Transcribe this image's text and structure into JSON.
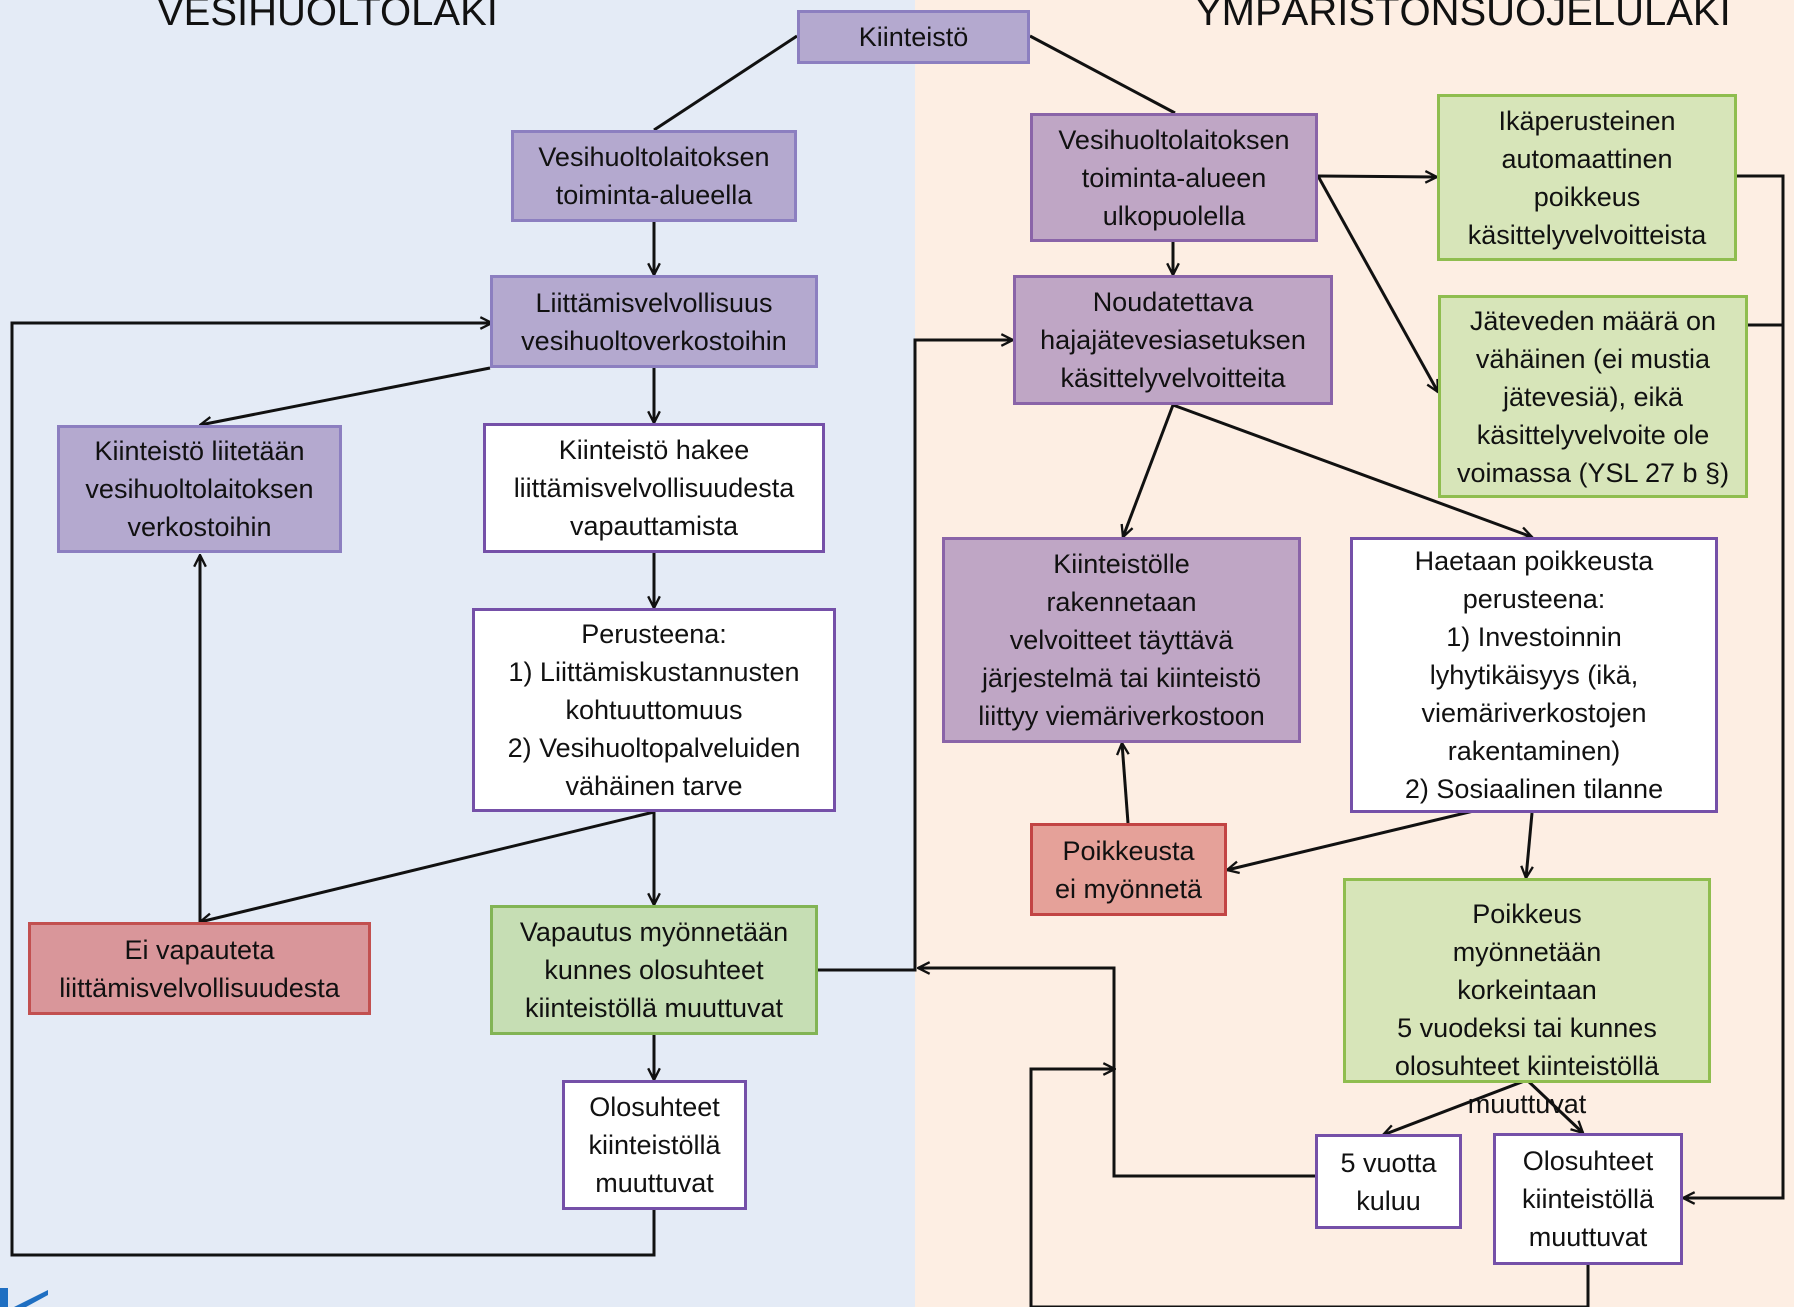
{
  "titles": {
    "left": "VESIHUOLTOLAKI",
    "right": "YMPÄRISTÖNSUOJELULAKI"
  },
  "nodes": {
    "kiinteisto": [
      "Kiinteistö"
    ],
    "vh_alueella": [
      "Vesihuoltolaitoksen",
      "toiminta-alueella"
    ],
    "liittamisvelvollisuus": [
      "Liittämisvelvollisuus",
      "vesihuoltoverkostoihin"
    ],
    "liitetaan": [
      "Kiinteistö liitetään",
      "vesihuoltolaitoksen",
      "verkostoihin"
    ],
    "hakee": [
      "Kiinteistö hakee",
      "liittämisvelvollisuudesta",
      "vapauttamista"
    ],
    "perusteena": [
      "Perusteena:",
      "1)   Liittämiskustannusten",
      "kohtuuttomuus",
      "2) Vesihuoltopalveluiden",
      "vähäinen tarve"
    ],
    "ei_vapauteta": [
      "Ei vapauteta",
      "liittämisvelvollisuudesta"
    ],
    "vapautus": [
      "Vapautus myönnetään",
      "kunnes olosuhteet",
      "kiinteistöllä muuttuvat"
    ],
    "olosuhteet_left": [
      "Olosuhteet",
      "kiinteistöllä",
      "muuttuvat"
    ],
    "vh_ulkopuolella": [
      "Vesihuoltolaitoksen",
      "toiminta-alueen",
      "ulkopuolella"
    ],
    "noudatettava": [
      "Noudatettava",
      "hajajätevesiasetuksen",
      "käsittelyvelvoitteita"
    ],
    "ikaperusteinen": [
      "Ikäperusteinen",
      "automaattinen",
      "poikkeus",
      "käsittelyvelvoitteista"
    ],
    "jatevesi": [
      "Jäteveden määrä on",
      "vähäinen (ei mustia",
      "jätevesiä), eikä",
      "käsittelyvelvoite ole",
      "voimassa (YSL 27 b §)"
    ],
    "rakennetaan": [
      "Kiinteistölle",
      "rakennetaan",
      "velvoitteet täyttävä",
      "järjestelmä tai kiinteistö",
      "liittyy viemäriverkostoon"
    ],
    "haetaan": [
      "Haetaan poikkeusta",
      "perusteena:",
      "1)   Investoinnin",
      "lyhytikäisyys (ikä,",
      "viemäriverkostojen",
      "rakentaminen)",
      "2) Sosiaalinen tilanne"
    ],
    "ei_myonneta": [
      "Poikkeusta",
      "ei myönnetä"
    ],
    "poikkeus_myonnetaan": [
      "Poikkeus",
      "myönnetään",
      "korkeintaan",
      "5 vuodeksi tai kunnes",
      "olosuhteet kiinteistöllä",
      "muuttuvat"
    ],
    "viisi_vuotta": [
      "5 vuotta",
      "kuluu"
    ],
    "olosuhteet_right": [
      "Olosuhteet",
      "kiinteistöllä",
      "muuttuvat"
    ]
  },
  "colors": {
    "left_background": "#e4ebf6",
    "right_background": "#fdeee3",
    "connector": "#111111",
    "logo": "#1f6fc2"
  }
}
